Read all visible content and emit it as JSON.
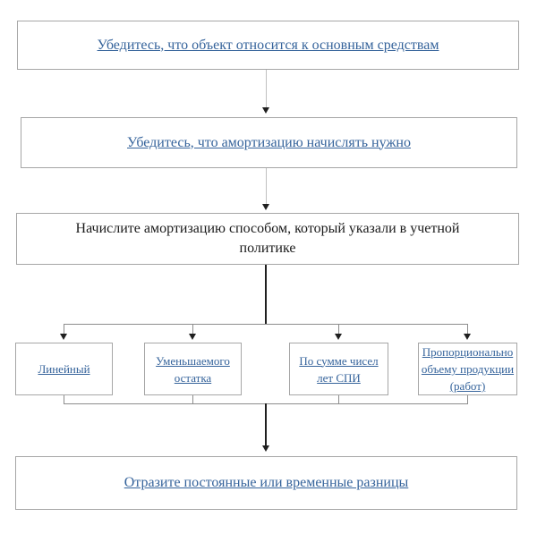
{
  "colors": {
    "link_blue": "#35639b",
    "text_black": "#1a1a1a",
    "box_border": "#a6a6a6",
    "connector_light": "#bfbfbf",
    "connector_gray": "#8c8c8c",
    "connector_dark": "#1f1f1f",
    "page_bg": "#ffffff"
  },
  "flowchart": {
    "step1": {
      "label": "Убедитесь, что объект относится к основным средствам"
    },
    "step2": {
      "label": "Убедитесь, что амортизацию начислять нужно"
    },
    "step3": {
      "label": "Начислите амортизацию способом, который указали в учетной\nполитике"
    },
    "methods": [
      {
        "label": "Линейный"
      },
      {
        "label": "Уменьшаемого\nостатка"
      },
      {
        "label": "По сумме чисел\nлет СПИ"
      },
      {
        "label": "Пропорционально\nобъему продукции\n(работ)"
      }
    ],
    "final": {
      "label": "Отразите постоянные или временные разницы"
    }
  }
}
